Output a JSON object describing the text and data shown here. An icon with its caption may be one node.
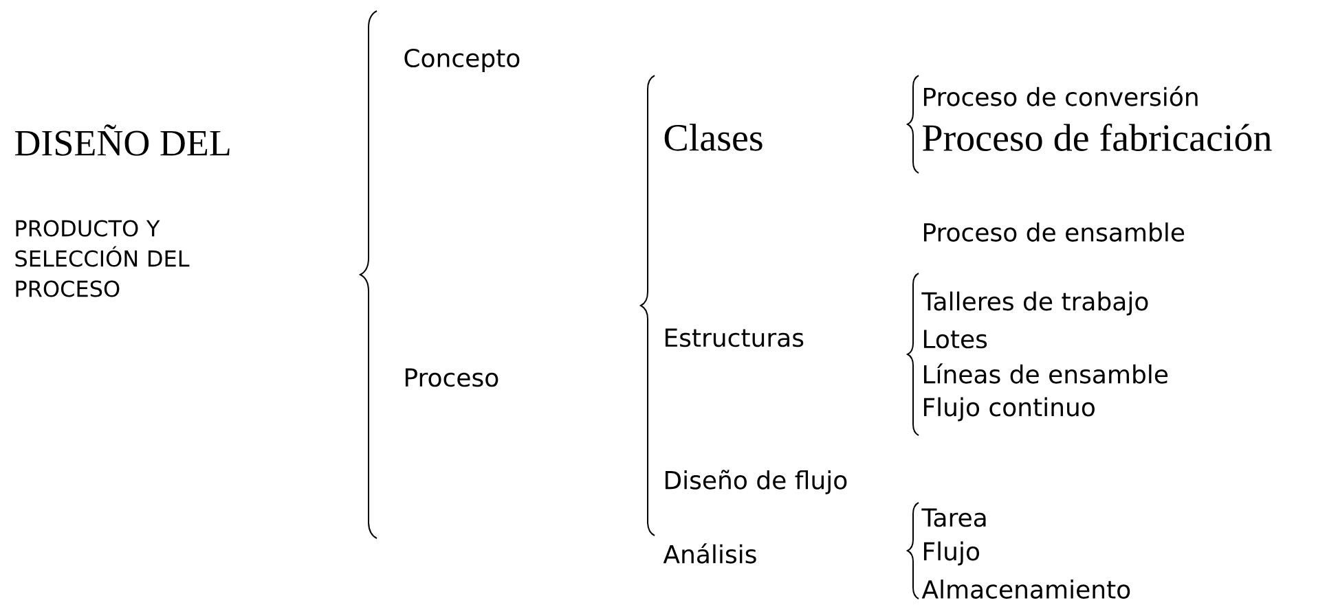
{
  "diagram": {
    "labels": [
      "DISEÑO DEL",
      "PRODUCTO Y SELECCIÓN DEL PROCESO",
      "Concepto",
      "Proceso",
      "Clases",
      "Proceso de conversión",
      "Proceso de fabricación",
      "Proceso de ensamble",
      "Estructuras",
      "Talleres de trabajo",
      "Lotes",
      "Líneas de ensamble",
      "Flujo continuo",
      "Diseño de flujo",
      "Análisis",
      "Tarea",
      "Flujo",
      "Almacenamiento"
    ]
  }
}
